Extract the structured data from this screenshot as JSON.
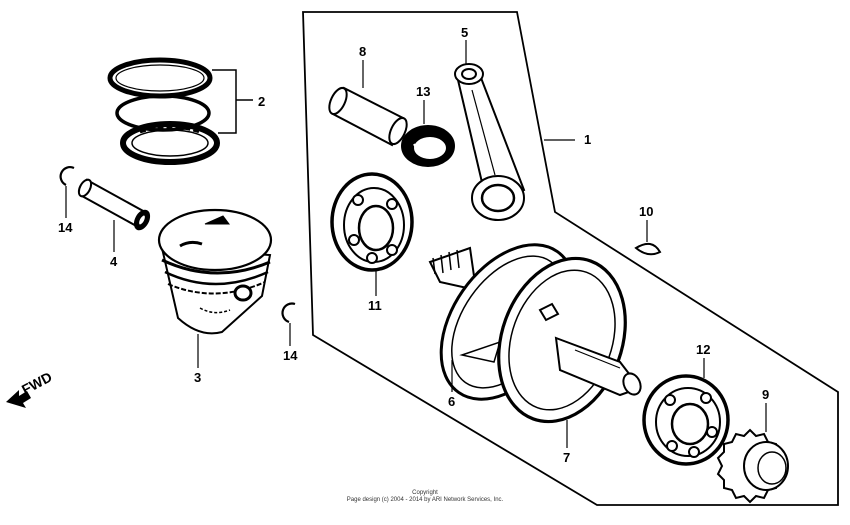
{
  "callouts": {
    "c1": "1",
    "c2": "2",
    "c3": "3",
    "c4": "4",
    "c5": "5",
    "c6": "6",
    "c7": "7",
    "c8": "8",
    "c9": "9",
    "c10": "10",
    "c11": "11",
    "c12": "12",
    "c13": "13",
    "c14a": "14",
    "c14b": "14"
  },
  "direction_label": "FWD",
  "footer": {
    "line1": "Copyright",
    "line2": "Page design (c) 2004 - 2014 by ARI Network Services, Inc."
  },
  "colors": {
    "ink": "#000000",
    "background": "#ffffff"
  }
}
